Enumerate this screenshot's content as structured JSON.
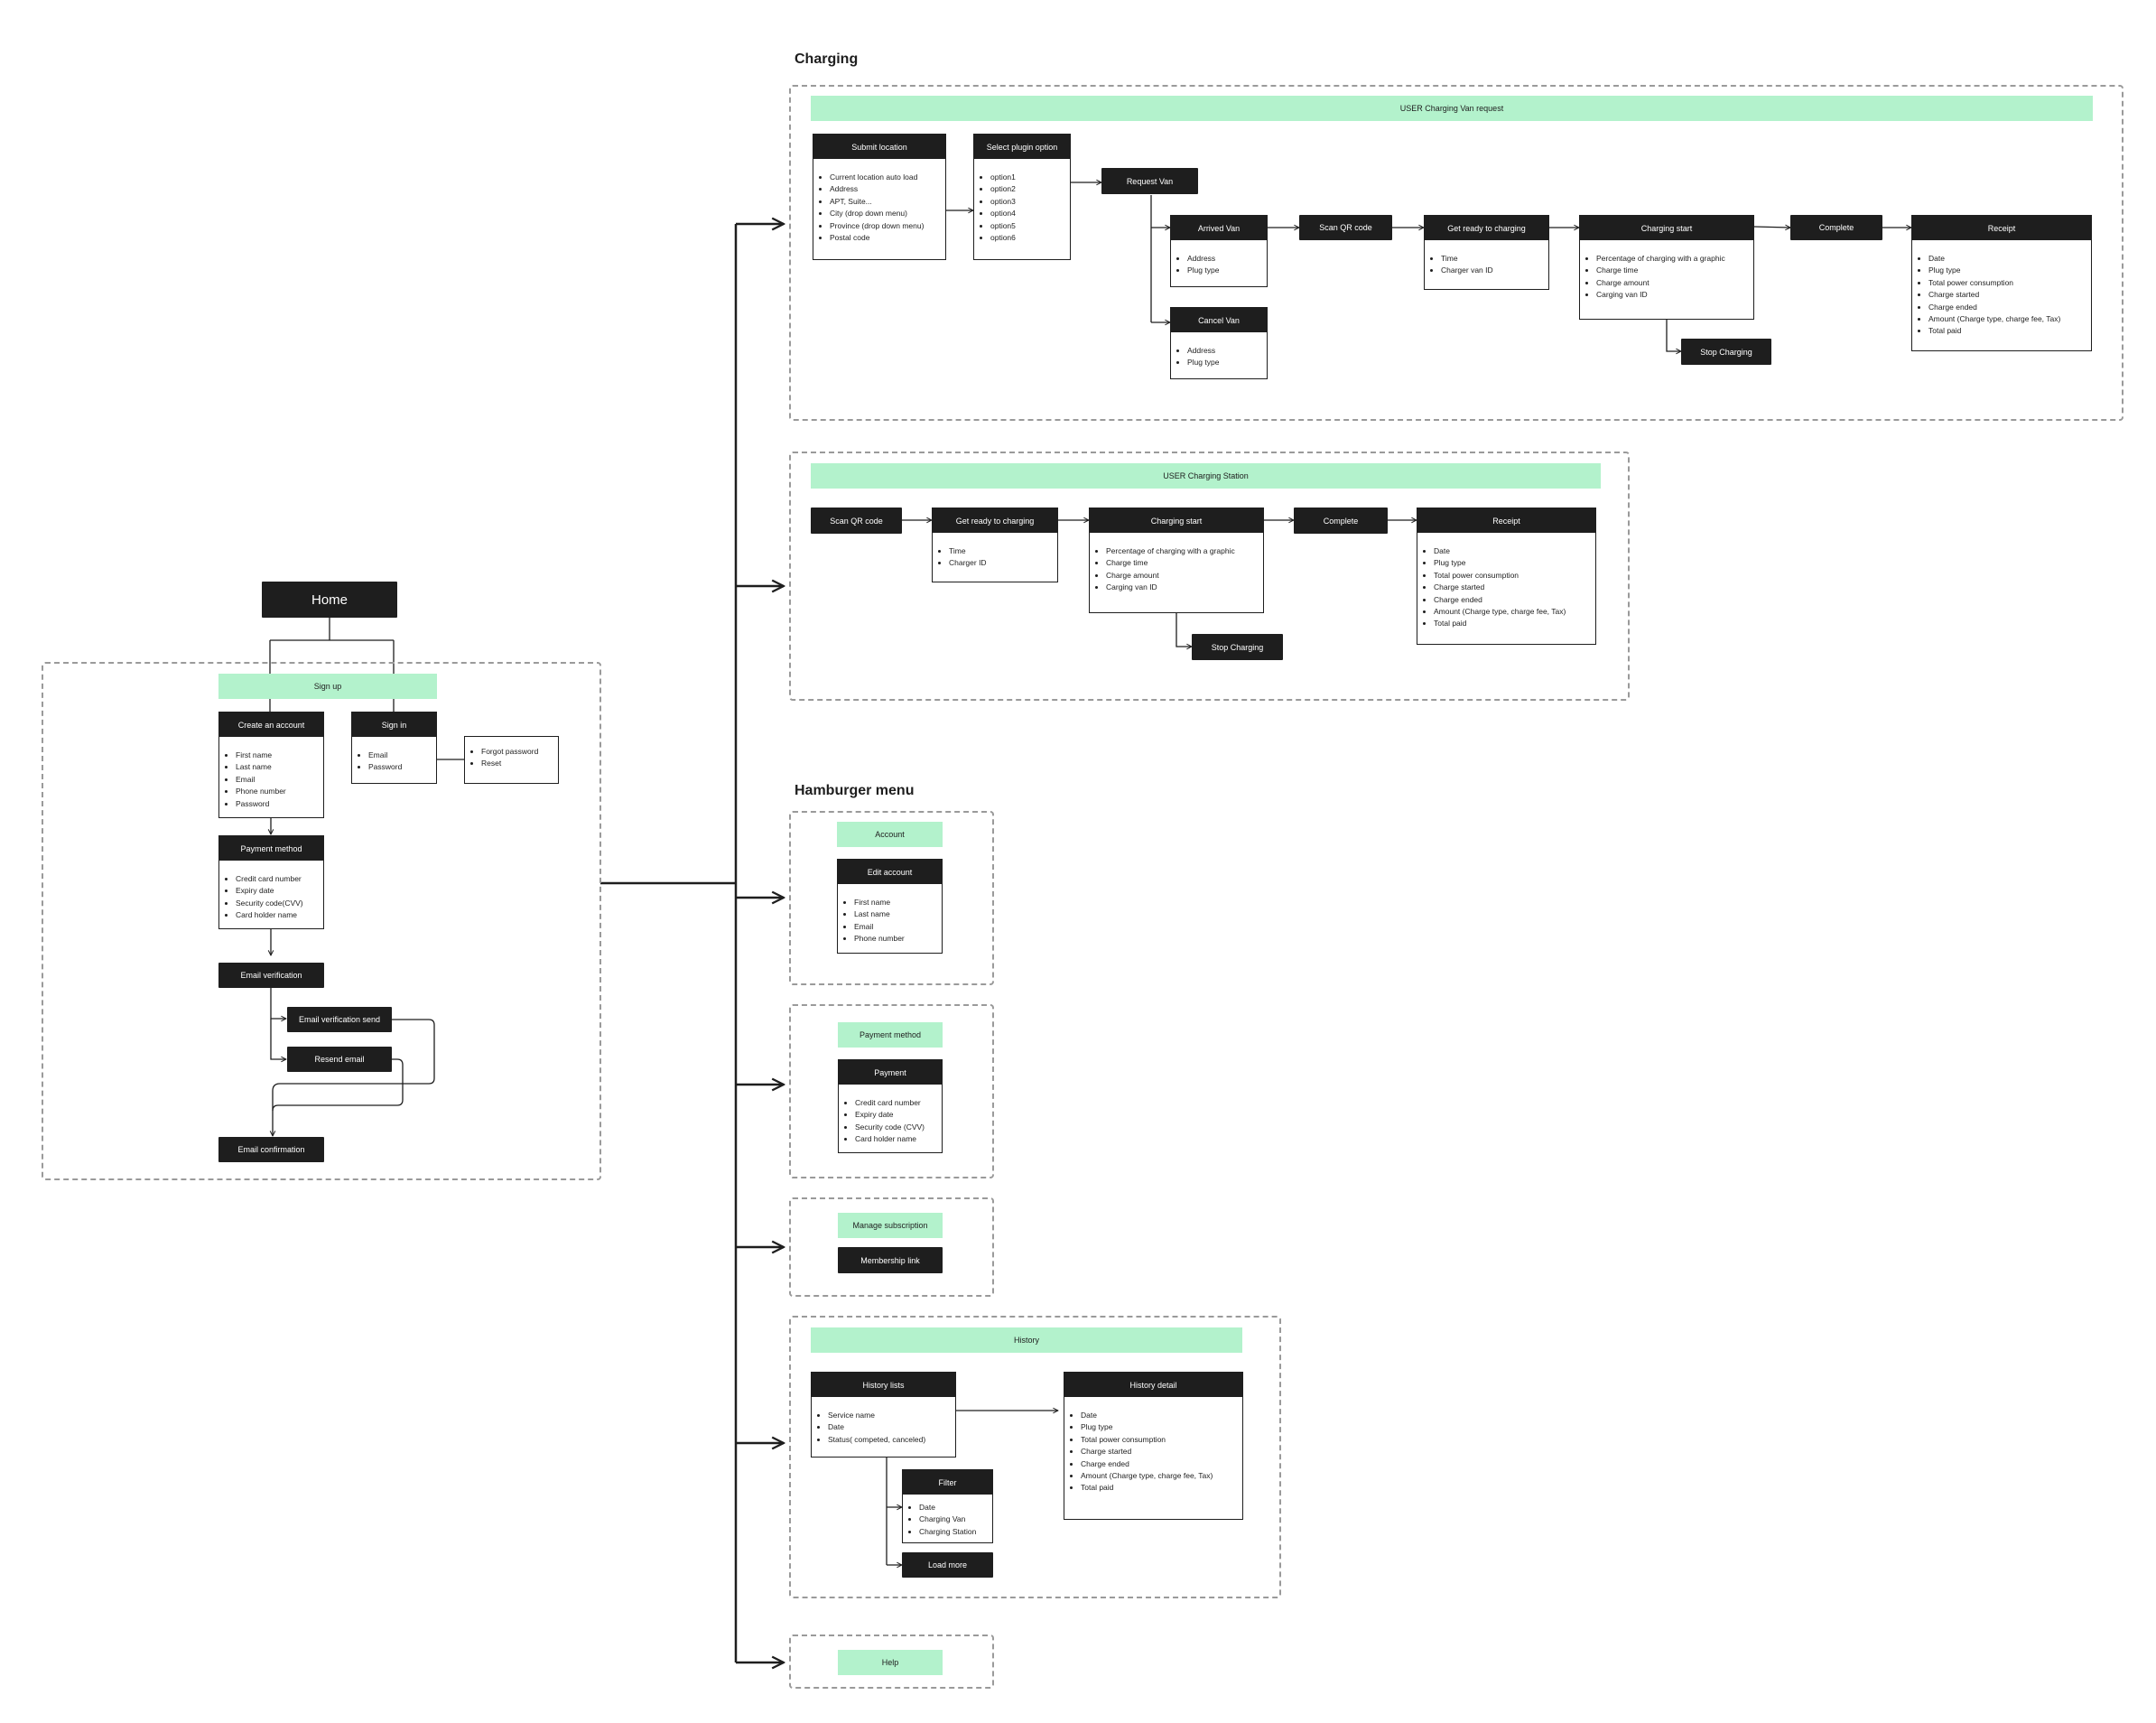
{
  "home": "Home",
  "sections": {
    "charging": "Charging",
    "hamburger": "Hamburger menu"
  },
  "signup_group": {
    "band": "Sign up",
    "create_account": {
      "title": "Create an account",
      "items": [
        "First name",
        "Last name",
        "Email",
        "Phone number",
        "Password"
      ]
    },
    "sign_in": {
      "title": "Sign in",
      "items": [
        "Email",
        "Password"
      ]
    },
    "forgot": {
      "items": [
        "Forgot password",
        "Reset"
      ]
    },
    "payment_method": {
      "title": "Payment method",
      "items": [
        "Credit card number",
        "Expiry date",
        "Security code(CVV)",
        "Card holder name"
      ]
    },
    "email_verification": "Email verification",
    "email_verification_send": "Email verification send",
    "resend_email": "Resend email",
    "email_confirmation": "Email confirmation"
  },
  "van_group": {
    "band": "USER Charging Van request",
    "submit_location": {
      "title": "Submit location",
      "items": [
        "Current location auto load",
        "Address",
        "APT, Suite...",
        "City (drop down menu)",
        "Province (drop down menu)",
        "Postal code"
      ]
    },
    "select_plugin": {
      "title": "Select plugin option",
      "items": [
        "option1",
        "option2",
        "option3",
        "option4",
        "option5",
        "option6"
      ]
    },
    "request_van": "Request Van",
    "arrived_van": {
      "title": "Arrived Van",
      "items": [
        "Address",
        "Plug type"
      ]
    },
    "cancel_van": {
      "title": "Cancel Van",
      "items": [
        "Address",
        "Plug type"
      ]
    },
    "scan_qr": "Scan QR code",
    "get_ready": {
      "title": "Get ready to charging",
      "items": [
        "Time",
        "Charger van ID"
      ]
    },
    "charging_start": {
      "title": "Charging start",
      "items": [
        "Percentage of charging with a graphic",
        "Charge time",
        "Charge amount",
        "Carging van ID"
      ]
    },
    "stop_charging": "Stop Charging",
    "complete": "Complete",
    "receipt": {
      "title": "Receipt",
      "items": [
        "Date",
        "Plug type",
        "Total power consumption",
        "Charge started",
        "Charge ended",
        "Amount (Charge type, charge fee, Tax)",
        "Total paid"
      ]
    }
  },
  "station_group": {
    "band": "USER Charging Station",
    "scan_qr": "Scan QR code",
    "get_ready": {
      "title": "Get ready to charging",
      "items": [
        "Time",
        "Charger ID"
      ]
    },
    "charging_start": {
      "title": "Charging start",
      "items": [
        "Percentage of charging with a graphic",
        "Charge time",
        "Charge amount",
        "Carging van ID"
      ]
    },
    "stop_charging": "Stop Charging",
    "complete": "Complete",
    "receipt": {
      "title": "Receipt",
      "items": [
        "Date",
        "Plug type",
        "Total power consumption",
        "Charge started",
        "Charge ended",
        "Amount (Charge type, charge fee, Tax)",
        "Total paid"
      ]
    }
  },
  "account_group": {
    "band": "Account",
    "edit_account": {
      "title": "Edit account",
      "items": [
        "First name",
        "Last name",
        "Email",
        "Phone number"
      ]
    }
  },
  "payment_group": {
    "band": "Payment method",
    "payment": {
      "title": "Payment",
      "items": [
        "Credit card number",
        "Expiry date",
        "Security code (CVV)",
        "Card holder name"
      ]
    }
  },
  "subscription_group": {
    "band": "Manage subscription",
    "membership_link": "Membership link"
  },
  "history_group": {
    "band": "History",
    "history_lists": {
      "title": "History lists",
      "items": [
        "Service name",
        "Date",
        "Status( competed, canceled)"
      ]
    },
    "filter": {
      "title": "Filter",
      "items": [
        "Date",
        "Charging Van",
        "Charging Station"
      ]
    },
    "load_more": "Load more",
    "history_detail": {
      "title": "History detail",
      "items": [
        "Date",
        "Plug type",
        "Total power consumption",
        "Charge started",
        "Charge ended",
        "Amount (Charge type, charge fee, Tax)",
        "Total paid"
      ]
    }
  },
  "help_group": {
    "band": "Help"
  }
}
